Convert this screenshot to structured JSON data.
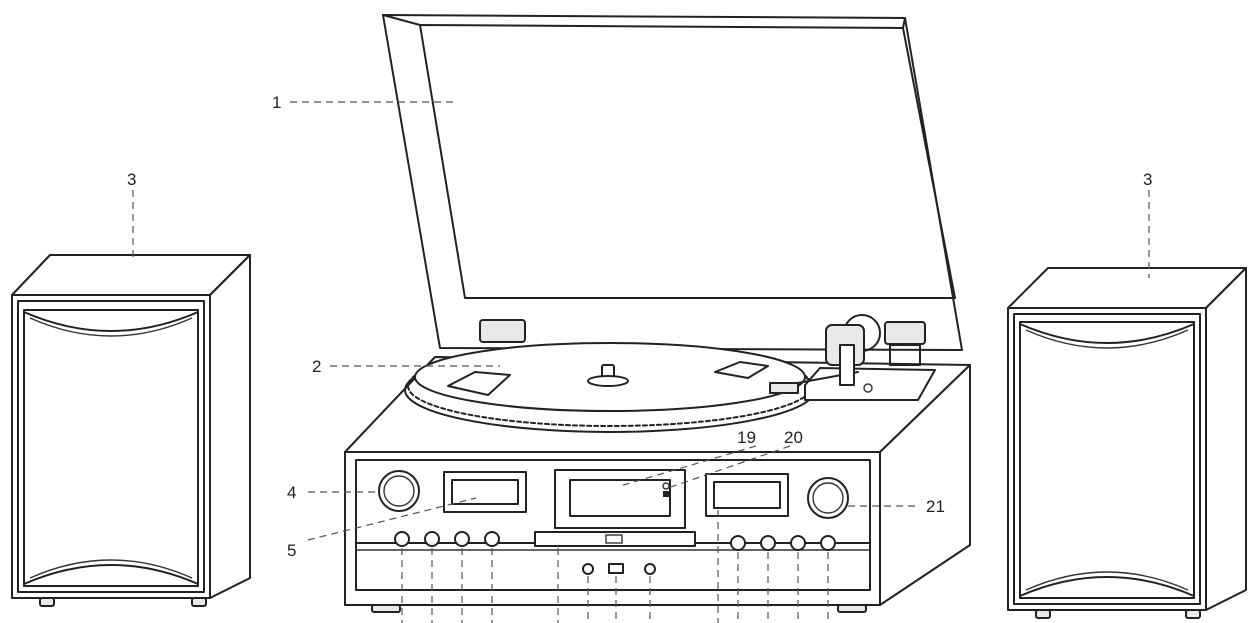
{
  "callouts": {
    "lid": "1",
    "platter": "2",
    "speaker_left": "3",
    "speaker_right": "3",
    "left_knob": "4",
    "left_window": "5",
    "center_display": "19",
    "display_indicator": "20",
    "right_knob": "21"
  }
}
